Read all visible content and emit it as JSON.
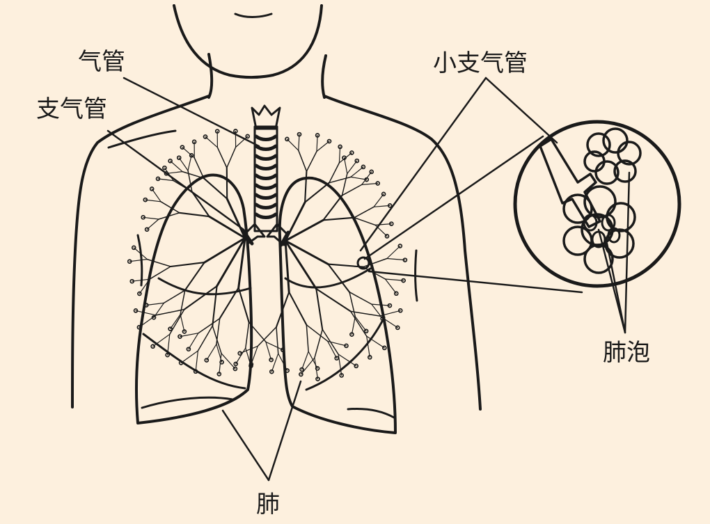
{
  "labels": {
    "trachea": "气管",
    "bronchus": "支气管",
    "bronchiole": "小支气管",
    "alveoli": "肺泡",
    "lung": "肺"
  },
  "colors": {
    "background": "#fdf0de",
    "ink": "#1a1a1a",
    "lung_fill": "#f4f4f4",
    "tissue_fill": "#ffffff"
  }
}
